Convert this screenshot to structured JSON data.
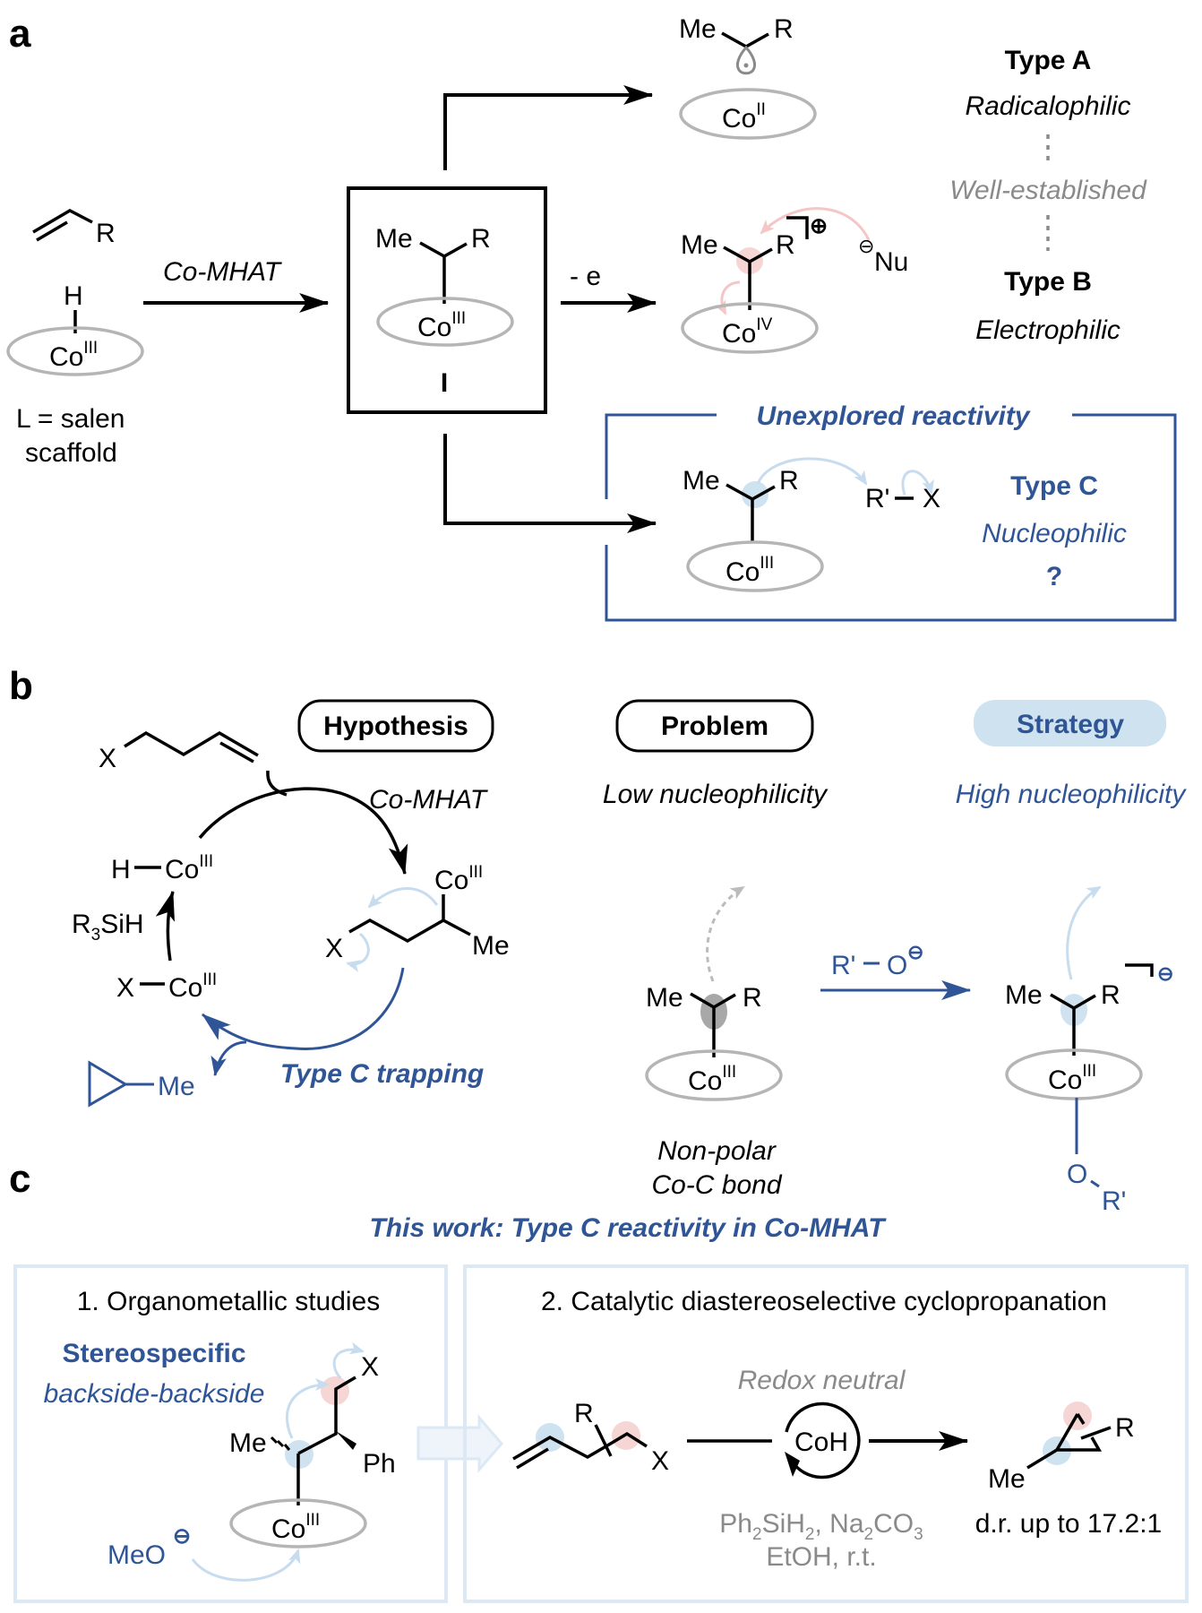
{
  "panels": {
    "a": {
      "label": "a",
      "substrate": {
        "r": "R",
        "h": "H",
        "co": "Co",
        "co_ox": "III",
        "ligand_line1": "L = salen",
        "ligand_line2": "scaffold"
      },
      "arrow_label": "Co-MHAT",
      "intermediate": {
        "me": "Me",
        "r": "R",
        "co": "Co",
        "co_ox": "III",
        "label": "I"
      },
      "type_a": {
        "me": "Me",
        "r": "R",
        "co": "Co",
        "co_ox": "II",
        "title": "Type A",
        "subtitle": "Radicalophilic"
      },
      "oxidation_label": "- e",
      "type_b": {
        "me": "Me",
        "r": "R",
        "co": "Co",
        "co_ox": "IV",
        "charge": "⊕",
        "nu_charge": "⊖",
        "nu": "Nu",
        "title": "Type B",
        "subtitle": "Electrophilic"
      },
      "well_established": "Well-established",
      "unexplored": {
        "title": "Unexplored reactivity",
        "me": "Me",
        "r": "R",
        "co": "Co",
        "co_ox": "III",
        "rx_r": "R'",
        "rx_x": "X",
        "type": "Type C",
        "subtitle": "Nucleophilic",
        "question": "?"
      }
    },
    "b": {
      "label": "b",
      "hypothesis": {
        "pill": "Hypothesis",
        "alkene_x": "X",
        "arrow_label": "Co-MHAT",
        "hco_h": "H",
        "hco_co": "Co",
        "hco_ox": "III",
        "silane": "R",
        "silane_sub": "3",
        "silane_rest": "SiH",
        "xco_x": "X",
        "xco_co": "Co",
        "xco_ox": "III",
        "alkyl_co": "Co",
        "alkyl_ox": "III",
        "alkyl_x": "X",
        "alkyl_me": "Me",
        "product_me": "Me",
        "trapping": "Type C trapping"
      },
      "problem": {
        "pill": "Problem",
        "subtitle": "Low nucleophilicity",
        "me": "Me",
        "r": "R",
        "co": "Co",
        "co_ox": "III",
        "note_line1": "Non-polar",
        "note_line2": "Co-C bond"
      },
      "reagent": {
        "r": "R'",
        "o": "O",
        "charge": "⊖"
      },
      "strategy": {
        "pill": "Strategy",
        "subtitle": "High nucleophilicity",
        "me": "Me",
        "r": "R",
        "co": "Co",
        "co_ox": "III",
        "charge": "⊖",
        "o": "O",
        "r_prime": "R'"
      }
    },
    "c": {
      "label": "c",
      "title": "This work: Type C reactivity in Co-MHAT",
      "box1": {
        "heading": "1. Organometallic  studies",
        "stereo": "Stereospecific",
        "mode": "backside-backside",
        "x": "X",
        "me": "Me",
        "ph": "Ph",
        "co": "Co",
        "co_ox": "III",
        "meo": "MeO",
        "meo_charge": "⊖"
      },
      "box2": {
        "heading": "2. Catalytic  diastereoselective  cyclopropanation",
        "r": "R",
        "x": "X",
        "condition_top": "Redox neutral",
        "catalyst": "CoH",
        "reagents": {
          "ph": "Ph",
          "ph_sub": "2",
          "si": "SiH",
          "si_sub": "2",
          "sep": ", Na",
          "na_sub": "2",
          "co": "CO",
          "co_sub": "3"
        },
        "solvent": "EtOH, r.t.",
        "product_r": "R",
        "product_me": "Me",
        "dr": "d.r. up to 17.2:1"
      }
    }
  },
  "colors": {
    "accent_blue": "#2f5597",
    "light_blue": "#cfe2f0",
    "pink": "#f6d5d5",
    "ring_gray": "#b5b5b5",
    "box_border_light": "#dce8f3"
  }
}
